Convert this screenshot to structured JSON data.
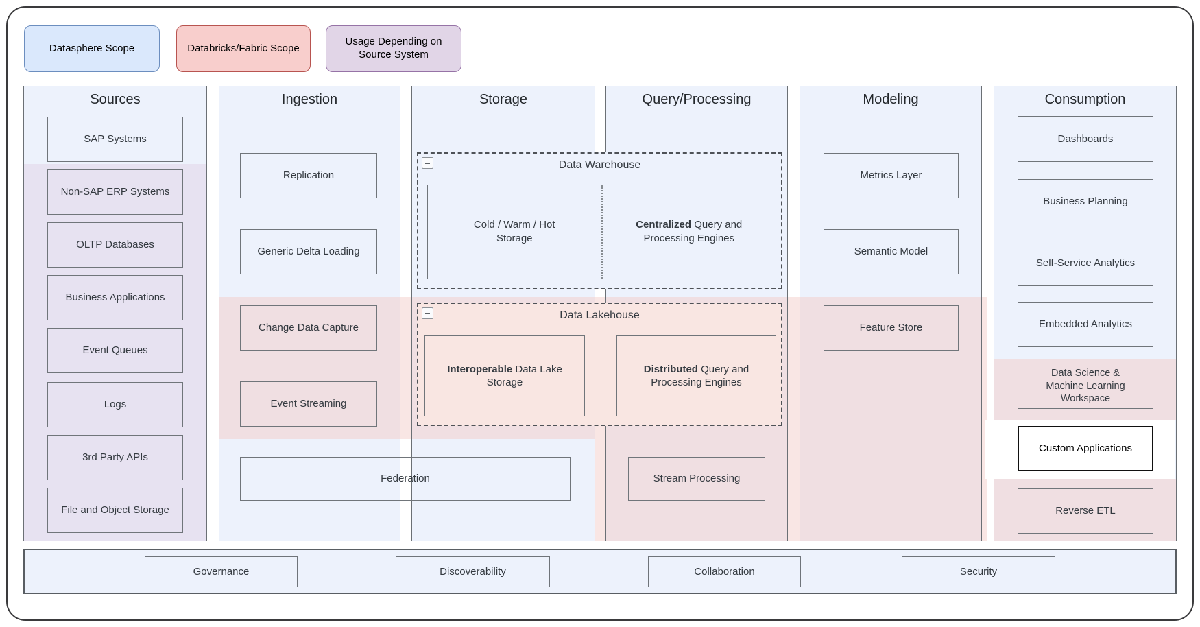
{
  "legend": {
    "datasphere": {
      "label": "Datasphere Scope",
      "fill": "#dae8fc",
      "border": "#6c8ebf"
    },
    "databricks": {
      "label": "Databricks/Fabric Scope",
      "fill": "#f8cecc",
      "border": "#b85450"
    },
    "usage": {
      "label": "Usage Depending on\nSource System",
      "fill": "#e1d5e7",
      "border": "#9673a6"
    }
  },
  "columns": {
    "sources": {
      "header": "Sources",
      "boxes": [
        "SAP Systems",
        "Non-SAP ERP Systems",
        "OLTP Databases",
        "Business Applications",
        "Event Queues",
        "Logs",
        "3rd Party APIs",
        "File and Object Storage"
      ]
    },
    "ingestion": {
      "header": "Ingestion",
      "boxes": [
        "Replication",
        "Generic Delta Loading",
        "Change Data Capture",
        "Event Streaming"
      ]
    },
    "storage": {
      "header": "Storage"
    },
    "query": {
      "header": "Query/Processing"
    },
    "modeling": {
      "header": "Modeling",
      "boxes": [
        "Metrics Layer",
        "Semantic Model",
        "Feature Store"
      ]
    },
    "consumption": {
      "header": "Consumption",
      "boxes": [
        "Dashboards",
        "Business Planning",
        "Self-Service Analytics",
        "Embedded Analytics",
        "Data Science &\nMachine Learning\nWorkspace",
        "Custom Applications",
        "Reverse ETL"
      ]
    }
  },
  "groups": {
    "warehouse": {
      "title": "Data Warehouse",
      "icon": "collapse-minus",
      "cells": {
        "cold": {
          "text": "Cold / Warm / Hot\nStorage"
        },
        "central": {
          "bold": "Centralized",
          "rest": " Query and Processing Engines"
        }
      }
    },
    "lakehouse": {
      "title": "Data Lakehouse",
      "icon": "collapse-minus",
      "cells": {
        "interop": {
          "bold": "Interoperable",
          "rest": " Data Lake Storage"
        },
        "dist": {
          "bold": "Distributed",
          "rest": " Query and Processing Engines"
        }
      }
    }
  },
  "shared": {
    "federation": "Federation",
    "stream_processing": "Stream Processing"
  },
  "footer": {
    "items": [
      "Governance",
      "Discoverability",
      "Collaboration",
      "Security"
    ]
  },
  "colors": {
    "datasphere_scope": "#dae8fc",
    "databricks_fabric_scope": "#f8cecc",
    "usage_source_system": "#e1d5e7",
    "column_fill": "#edf2fc",
    "lakehouse_fill": "#f9e6e2"
  }
}
